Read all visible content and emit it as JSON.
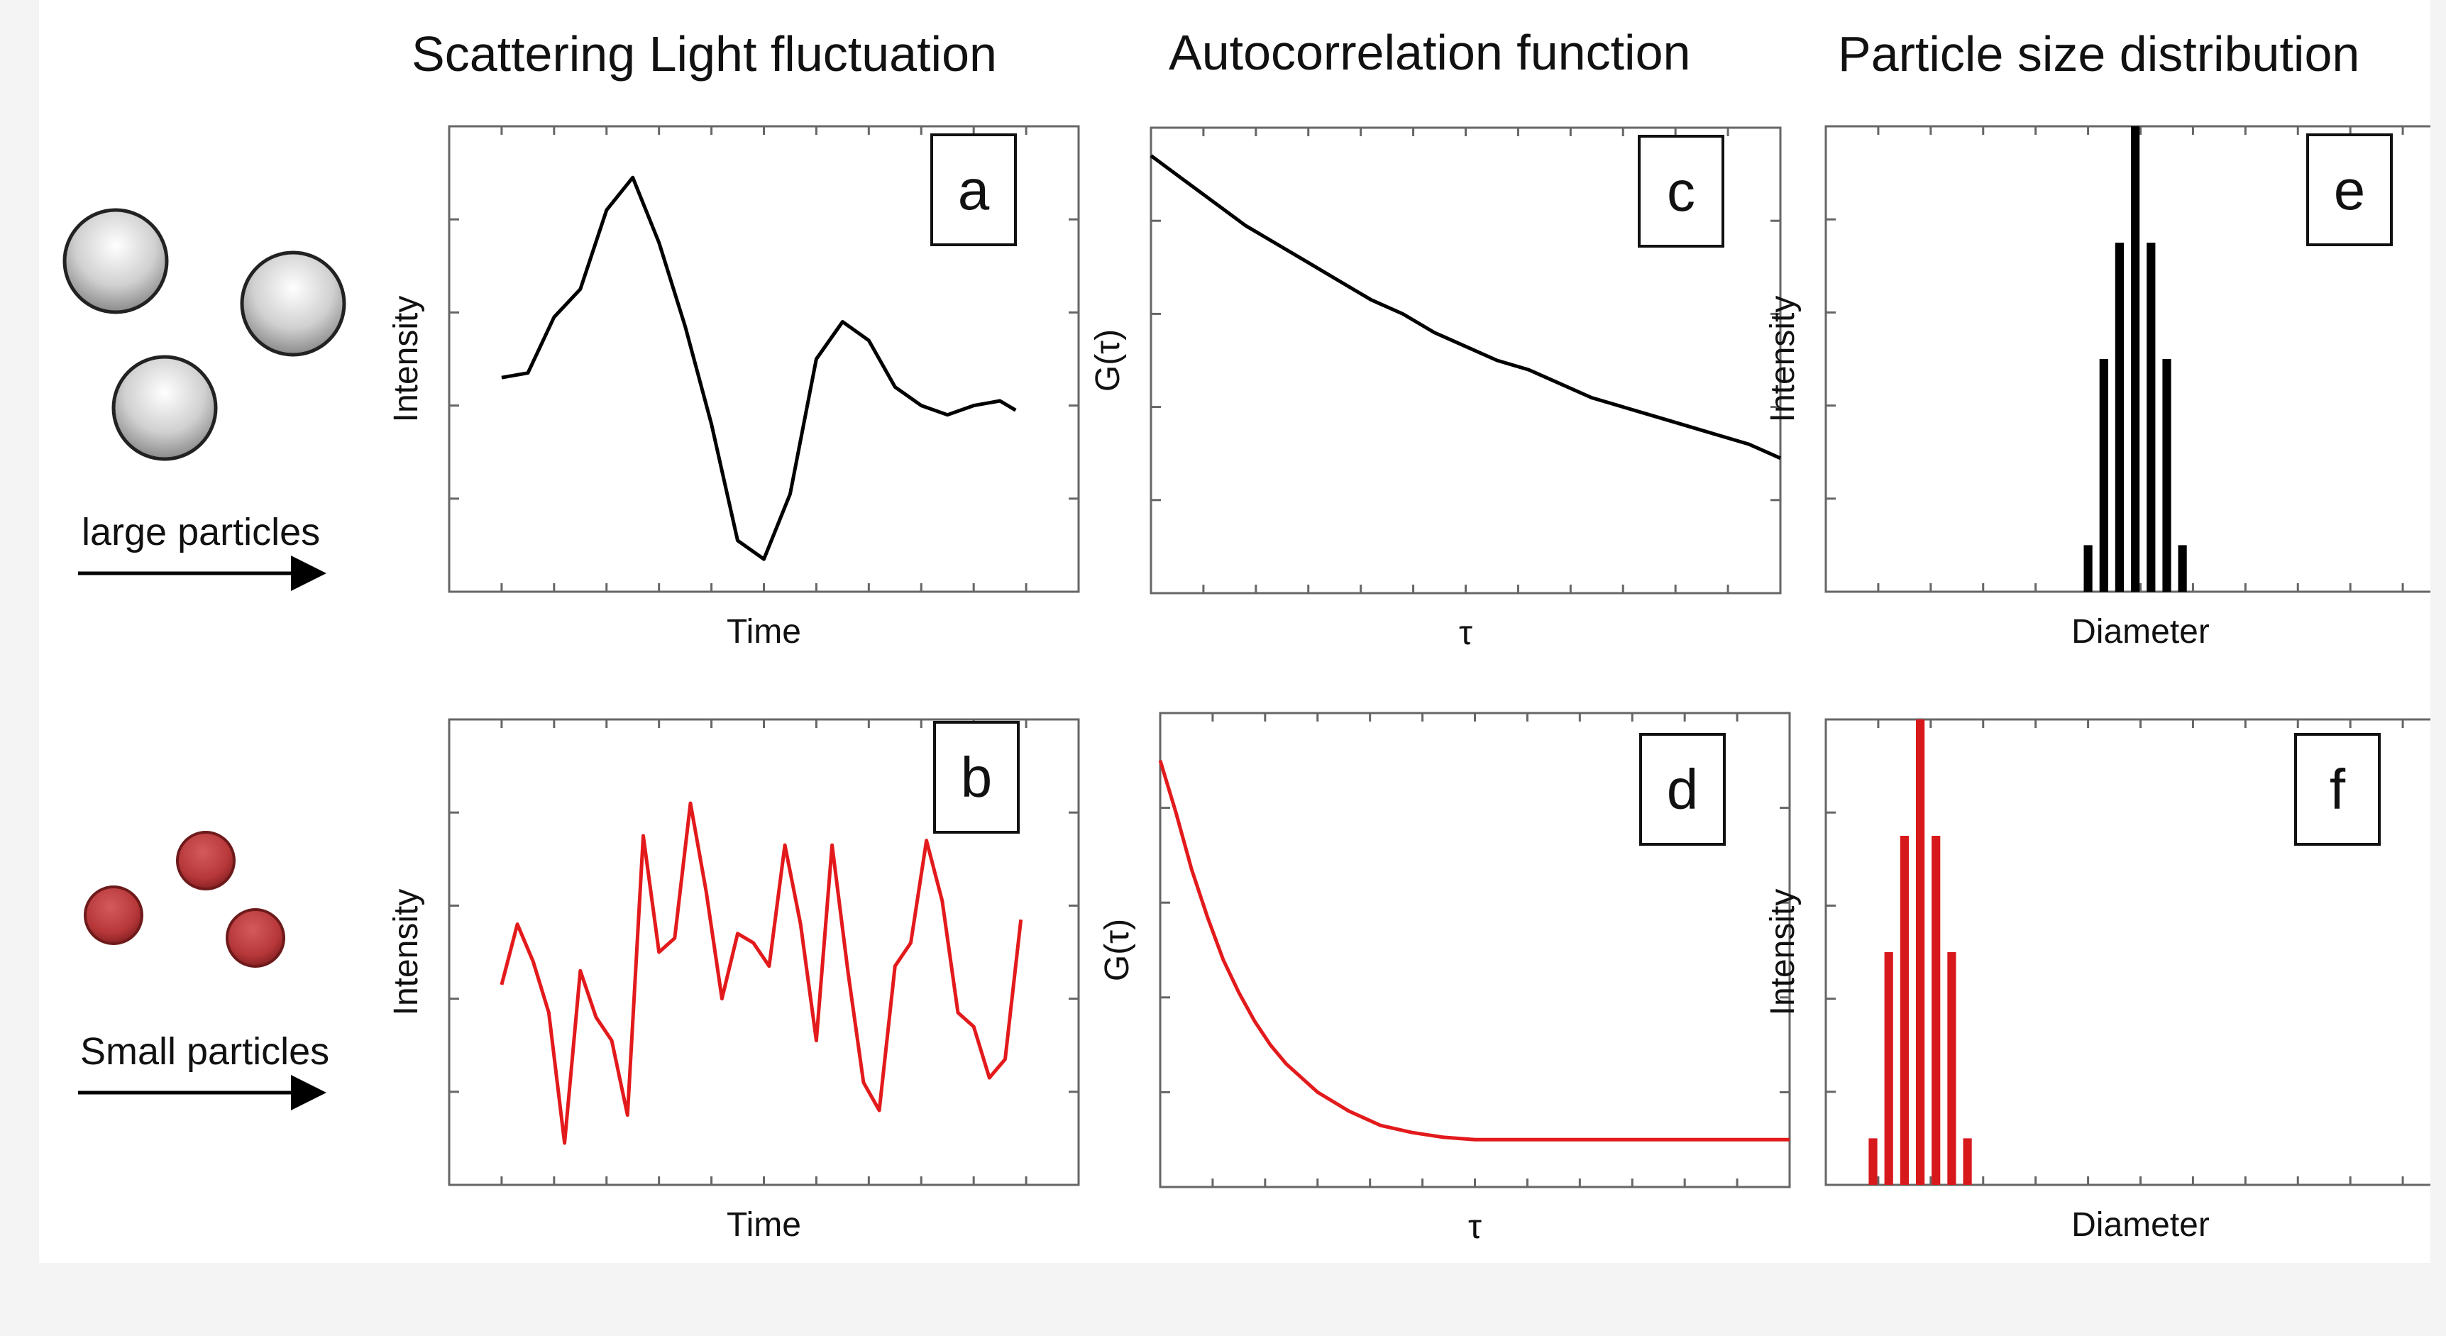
{
  "column_titles": {
    "scattering": "Scattering Light fluctuation",
    "autocorrelation": "Autocorrelation function",
    "distribution": "Particle size distribution"
  },
  "rows": {
    "large": {
      "label": "large particles",
      "particle_color": "#cfcfcf"
    },
    "small": {
      "label": "Small particles",
      "particle_color": "#c0393b"
    }
  },
  "colors": {
    "large_series": "#000000",
    "small_series": "#e31a1c",
    "small_bars": "#d7191c"
  },
  "panels": {
    "a": {
      "letter": "a",
      "xlabel": "Time",
      "ylabel": "Intensity"
    },
    "b": {
      "letter": "b",
      "xlabel": "Time",
      "ylabel": "Intensity"
    },
    "c": {
      "letter": "c",
      "xlabel": "τ",
      "ylabel": "G(τ)"
    },
    "d": {
      "letter": "d",
      "xlabel": "τ",
      "ylabel": "G(τ)"
    },
    "e": {
      "letter": "e",
      "xlabel": "Diameter",
      "ylabel": "Intensity"
    },
    "f": {
      "letter": "f",
      "xlabel": "Diameter",
      "ylabel": "Intensity"
    }
  },
  "chart_data": [
    {
      "panel": "a",
      "type": "line",
      "xlim": [
        0,
        12
      ],
      "ylim": [
        0,
        10
      ],
      "x": [
        1.0,
        1.5,
        2.0,
        2.5,
        3.0,
        3.5,
        4.0,
        4.5,
        5.0,
        5.5,
        6.0,
        6.5,
        7.0,
        7.5,
        8.0,
        8.5,
        9.0,
        9.5,
        10.0,
        10.5,
        10.8
      ],
      "y": [
        4.6,
        4.7,
        5.9,
        6.5,
        8.2,
        8.9,
        7.5,
        5.7,
        3.6,
        1.1,
        0.7,
        2.1,
        5.0,
        5.8,
        5.4,
        4.4,
        4.0,
        3.8,
        4.0,
        4.1,
        3.9
      ]
    },
    {
      "panel": "b",
      "type": "line",
      "xlim": [
        0,
        12
      ],
      "ylim": [
        0,
        10
      ],
      "x": [
        1.0,
        1.3,
        1.6,
        1.9,
        2.2,
        2.5,
        2.8,
        3.1,
        3.4,
        3.7,
        4.0,
        4.3,
        4.6,
        4.9,
        5.2,
        5.5,
        5.8,
        6.1,
        6.4,
        6.7,
        7.0,
        7.3,
        7.6,
        7.9,
        8.2,
        8.5,
        8.8,
        9.1,
        9.4,
        9.7,
        10.0,
        10.3,
        10.6,
        10.9
      ],
      "y": [
        4.3,
        5.6,
        4.8,
        3.7,
        0.9,
        4.6,
        3.6,
        3.1,
        1.5,
        7.5,
        5.0,
        5.3,
        8.2,
        6.3,
        4.0,
        5.4,
        5.2,
        4.7,
        7.3,
        5.6,
        3.1,
        7.3,
        4.6,
        2.2,
        1.6,
        4.7,
        5.2,
        7.4,
        6.1,
        3.7,
        3.4,
        2.3,
        2.7,
        5.7
      ]
    },
    {
      "panel": "c",
      "type": "line",
      "xlim": [
        0,
        10
      ],
      "ylim": [
        0,
        10
      ],
      "x": [
        0,
        0.5,
        1,
        1.5,
        2,
        2.5,
        3,
        3.5,
        4,
        4.5,
        5,
        5.5,
        6,
        6.5,
        7,
        7.5,
        8,
        8.5,
        9,
        9.5,
        10
      ],
      "y": [
        9.4,
        8.9,
        8.4,
        7.9,
        7.5,
        7.1,
        6.7,
        6.3,
        6.0,
        5.6,
        5.3,
        5.0,
        4.8,
        4.5,
        4.2,
        4.0,
        3.8,
        3.6,
        3.4,
        3.2,
        2.9
      ]
    },
    {
      "panel": "d",
      "type": "line",
      "xlim": [
        0,
        10
      ],
      "ylim": [
        0,
        10
      ],
      "x": [
        0,
        0.25,
        0.5,
        0.75,
        1,
        1.25,
        1.5,
        1.75,
        2,
        2.5,
        3,
        3.5,
        4,
        4.5,
        5,
        6,
        7,
        8,
        9,
        10
      ],
      "y": [
        9.0,
        7.9,
        6.7,
        5.7,
        4.8,
        4.1,
        3.5,
        3.0,
        2.6,
        2.0,
        1.6,
        1.3,
        1.15,
        1.05,
        1.0,
        1.0,
        1.0,
        1.0,
        1.0,
        1.0
      ]
    },
    {
      "panel": "e",
      "type": "bar",
      "xlim": [
        0,
        12
      ],
      "ylim": [
        0,
        10
      ],
      "x": [
        5.0,
        5.3,
        5.6,
        5.9,
        6.2,
        6.5,
        6.8,
        7.1
      ],
      "values": [
        1.0,
        5.0,
        7.5,
        10.0,
        7.5,
        5.0,
        1.0,
        0.0
      ]
    },
    {
      "panel": "f",
      "type": "bar",
      "xlim": [
        0,
        12
      ],
      "ylim": [
        0,
        10
      ],
      "x": [
        0.9,
        1.2,
        1.5,
        1.8,
        2.1,
        2.4,
        2.7,
        3.0
      ],
      "values": [
        1.0,
        5.0,
        7.5,
        10.0,
        7.5,
        5.0,
        1.0,
        0.0
      ]
    }
  ]
}
